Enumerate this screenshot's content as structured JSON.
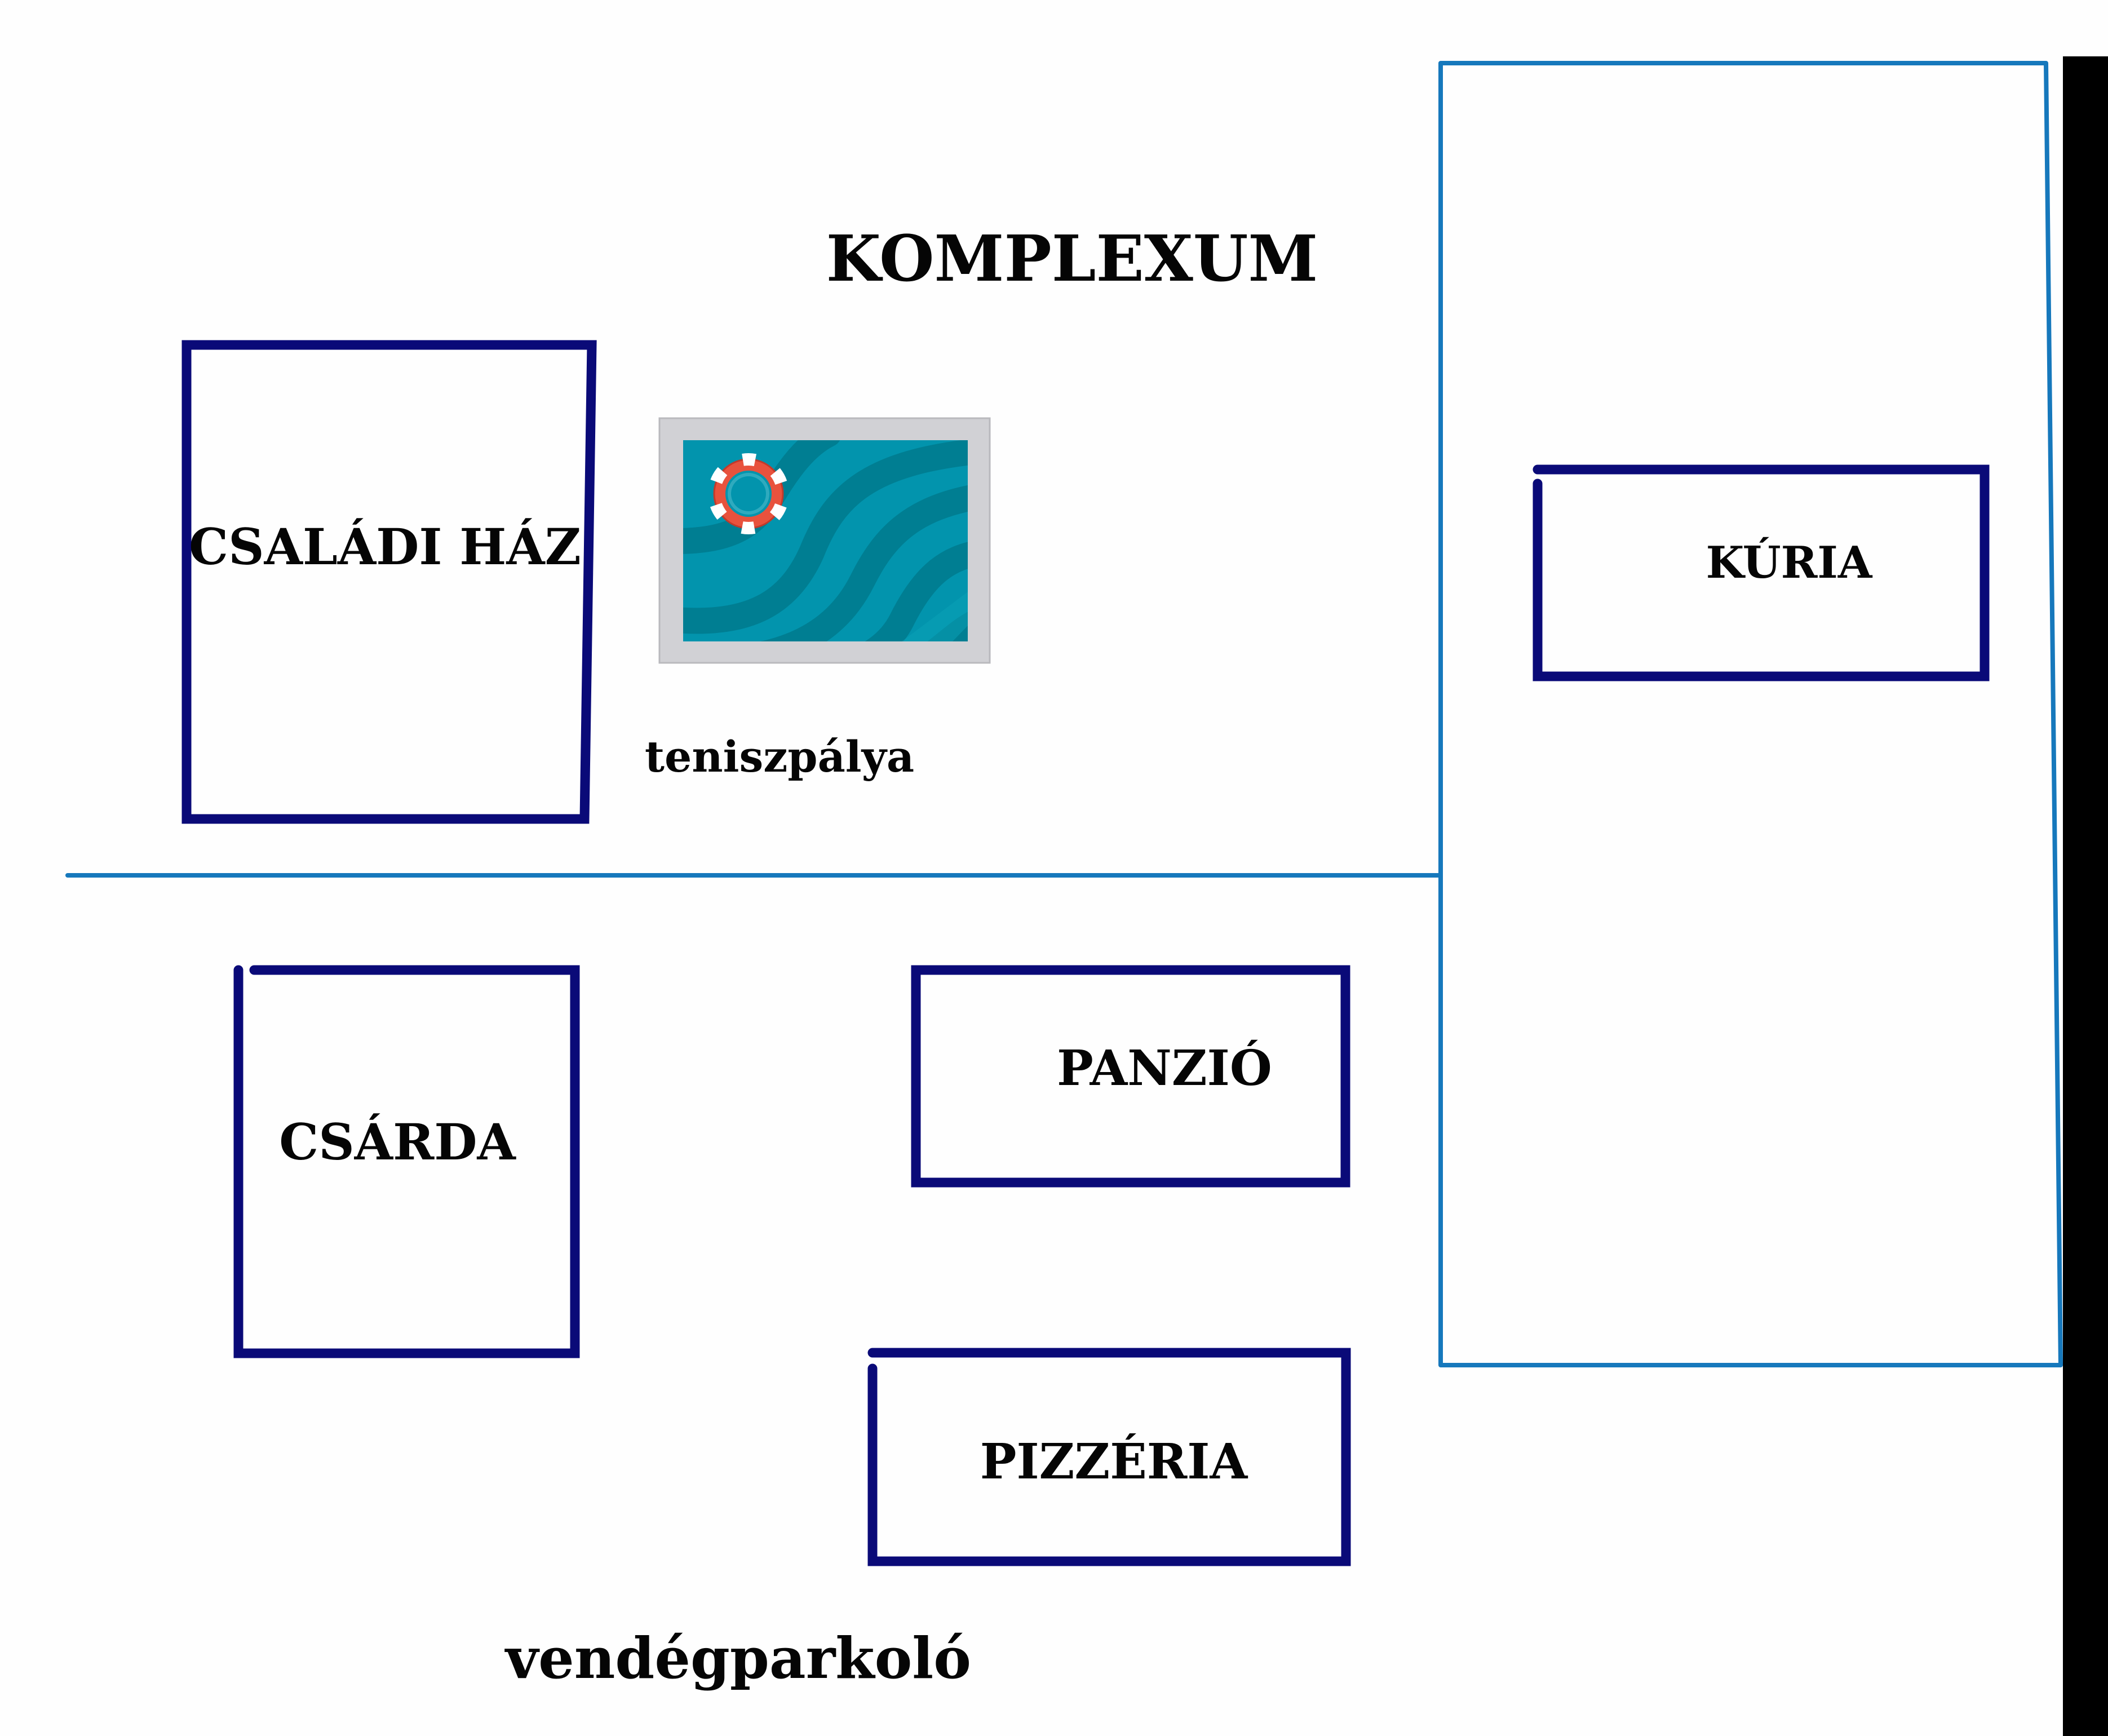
{
  "title": "KOMPLEXUM",
  "labels": {
    "family_house": "CSALÁDI HÁZ",
    "tennis_court": "teniszpálya",
    "manor": "KÚRIA",
    "inn": "CSÁRDA",
    "guesthouse": "PANZIÓ",
    "pizzeria": "PIZZÉRIA",
    "guest_parking": "vendégparkoló"
  },
  "colors": {
    "building_outline": "#0a0a78",
    "boundary_line": "#1678bc",
    "pool_frame": "#d1d1d5",
    "water": "#0294ad",
    "water_dark": "#007e92",
    "lifebuoy_red": "#e8523d",
    "right_edge_bar": "#000000"
  },
  "icons": {
    "pool": "swimming-pool-icon",
    "lifebuoy": "lifebuoy-icon"
  }
}
